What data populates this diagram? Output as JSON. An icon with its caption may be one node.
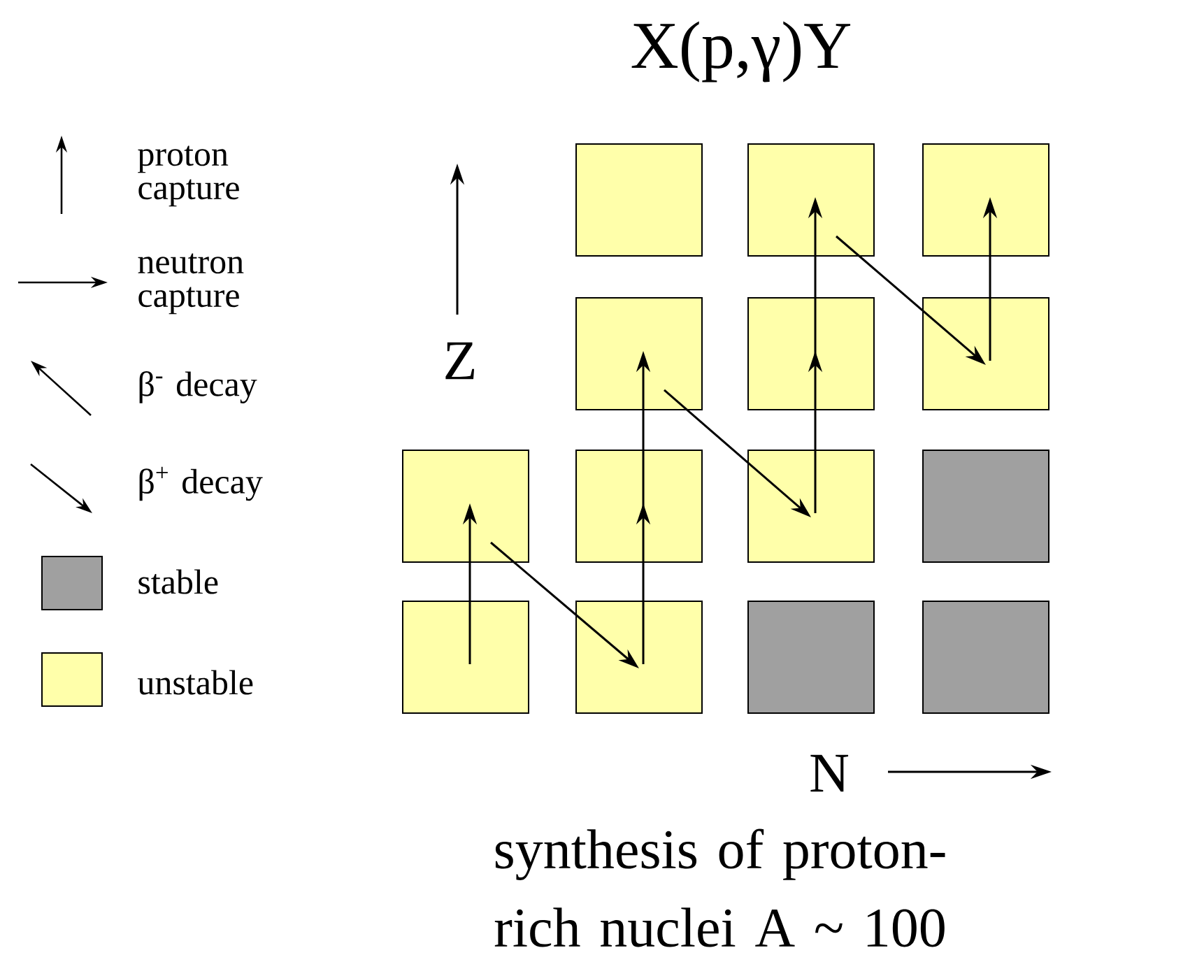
{
  "diagram": {
    "title": "X(p,γ)Y",
    "caption": "synthesis of proton-rich nuclei A ~ 100",
    "nodes": [
      {
        "text": [],
        "shape": "box"
      },
      {
        "text": [],
        "shape": "box"
      },
      {
        "text": [],
        "shape": "box"
      },
      {
        "text": [],
        "shape": "box"
      },
      {
        "text": [],
        "shape": "box"
      },
      {
        "text": [],
        "shape": "box"
      },
      {
        "text": [],
        "shape": "box"
      },
      {
        "text": [],
        "shape": "box"
      },
      {
        "text": [],
        "shape": "box"
      },
      {
        "text": [],
        "shape": "box"
      },
      {
        "text": [],
        "shape": "box"
      },
      {
        "text": [],
        "shape": "box"
      },
      {
        "text": [],
        "shape": "box"
      },
      {
        "text": [],
        "shape": "box"
      }
    ],
    "edges": [
      {
        "from": 10,
        "to": 6,
        "arrow": "to"
      },
      {
        "from": 6,
        "to": 11,
        "arrow": "to"
      },
      {
        "from": 11,
        "to": 7,
        "arrow": "to"
      },
      {
        "from": 7,
        "to": 3,
        "arrow": "to"
      },
      {
        "from": 3,
        "to": 8,
        "arrow": "to"
      },
      {
        "from": 8,
        "to": 4,
        "arrow": "to"
      },
      {
        "from": 4,
        "to": 1,
        "arrow": "to"
      },
      {
        "from": 1,
        "to": 5,
        "arrow": "to"
      },
      {
        "from": 5,
        "to": 2,
        "arrow": "to"
      }
    ],
    "labels": [
      "Z",
      "N"
    ],
    "legend": [
      {
        "text": "proton capture"
      },
      {
        "text": "neutron capture"
      },
      {
        "text": "β$^{-}$ decay"
      },
      {
        "text": "β$^{+}$ decay"
      },
      {
        "text": "stable",
        "color": "#a0a0a0"
      },
      {
        "text": "unstable",
        "color": "#ffffaa"
      }
    ]
  }
}
